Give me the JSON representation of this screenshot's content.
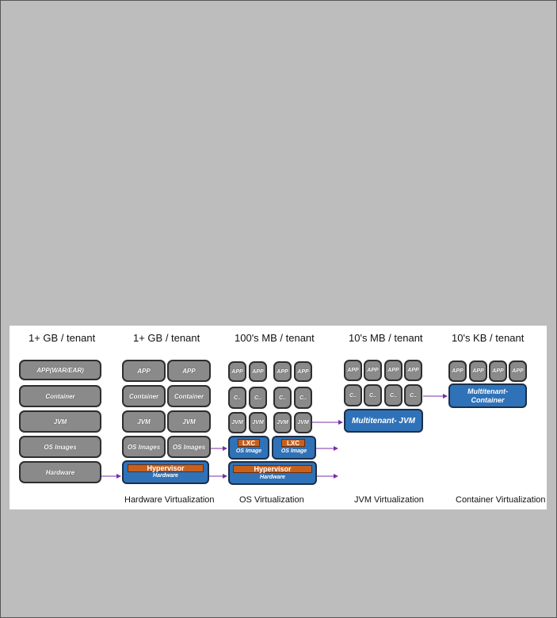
{
  "headers": [
    "1+ GB / tenant",
    "1+ GB / tenant",
    "100's MB / tenant",
    "10's MB / tenant",
    "10's KB / tenant"
  ],
  "footers": [
    "Hardware Virtualization",
    "OS Virtualization",
    "JVM Virtualization",
    "Container Virtualization"
  ],
  "col1": [
    "APP(WAR/EAR)",
    "Container",
    "JVM",
    "OS Images",
    "Hardware"
  ],
  "labels": {
    "app": "APP",
    "container": "Container",
    "container_short": "C..",
    "jvm": "JVM",
    "os_images": "OS Images",
    "os_image": "OS Image",
    "hardware": "Hardware",
    "hypervisor": "Hypervisor",
    "lxc": "LXC",
    "multitenant_jvm": "Multitenant- JVM",
    "multitenant_container_1": "Multitenant-",
    "multitenant_container_2": "Container"
  },
  "colors": {
    "gray_box": "#8a8a8a",
    "blue_box": "#2f72b8",
    "orange_bar": "#c8601c",
    "arrow": "#7a2fa8"
  }
}
